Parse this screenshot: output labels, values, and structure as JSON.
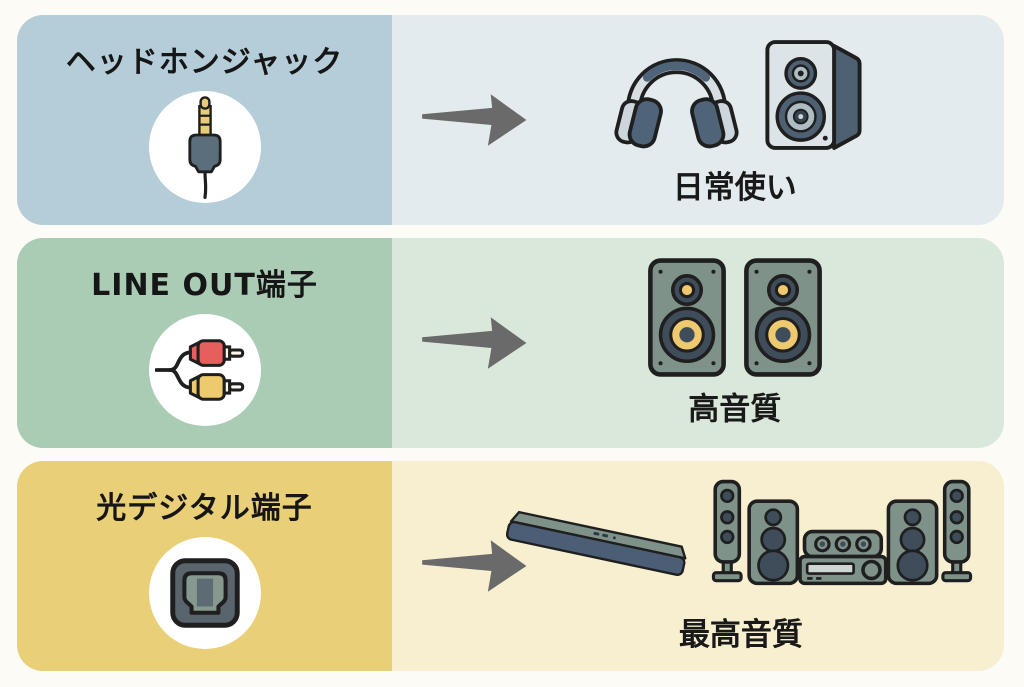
{
  "page": {
    "background_color": "#fcfbf6",
    "arrow_color": "#6a6a6a",
    "outline_color": "#1f1f1f",
    "description_icons": [
      "arrow-right-icon"
    ]
  },
  "rows": [
    {
      "id": "headphone-jack",
      "label": "ヘッドホンジャック",
      "source_icon": "headphone-jack-plug-icon",
      "result_icons": [
        "headphones-icon",
        "bookshelf-speaker-icon"
      ],
      "caption": "日常使い",
      "colors": {
        "left_bg": "#b5cdd9",
        "right_bg": "#e3ebee",
        "jack_gold": "#e8cc7a",
        "jack_body": "#5b6e7c"
      }
    },
    {
      "id": "line-out",
      "label": "LINE OUT端子",
      "source_icon": "rca-cable-icon",
      "result_icons": [
        "stereo-speaker-icon",
        "stereo-speaker-icon"
      ],
      "caption": "高音質",
      "colors": {
        "left_bg": "#aacbb4",
        "right_bg": "#dae8db",
        "rca_red": "#e5605d",
        "rca_yellow": "#ecca6d",
        "speaker_cabinet": "#7e9289",
        "speaker_cone": "#eec96f",
        "speaker_ring": "#3f4c59"
      }
    },
    {
      "id": "optical-digital",
      "label": "光デジタル端子",
      "source_icon": "optical-toslink-icon",
      "result_icons": [
        "soundbar-icon",
        "home-theater-icon"
      ],
      "caption": "最高音質",
      "colors": {
        "left_bg": "#e9cf77",
        "right_bg": "#f7efd0",
        "toslink_body": "#59646d",
        "toslink_opening": "#87988f",
        "soundbar_front": "#4b5e75",
        "equipment_green": "#7e9289"
      }
    }
  ]
}
